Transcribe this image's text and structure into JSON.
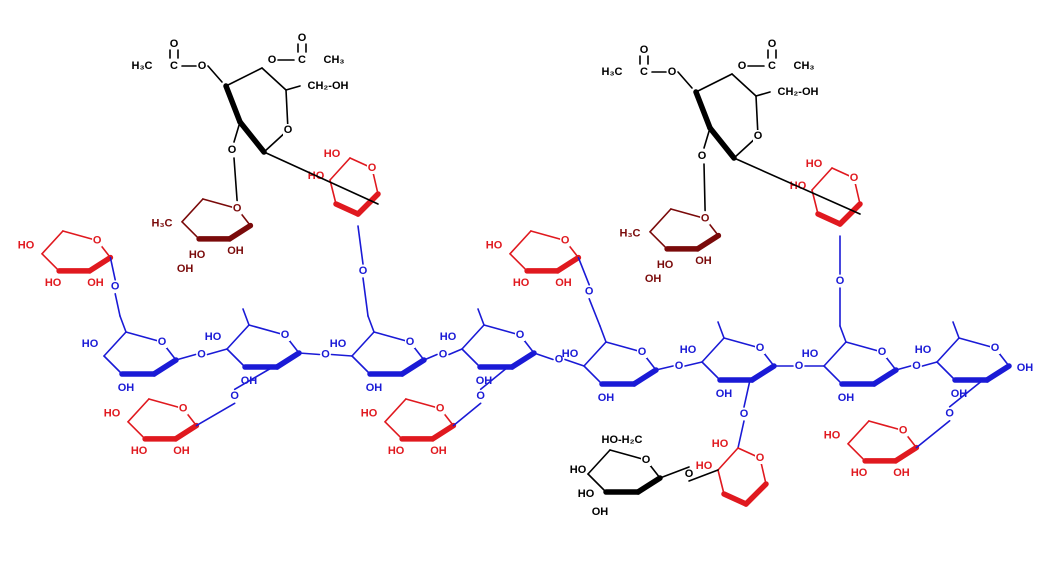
{
  "colors": {
    "glucose": "#1a1ad6",
    "xylose": "#e0191f",
    "fucose": "#7a0a0a",
    "galactose": "#000000",
    "background": "#ffffff"
  },
  "labels": {
    "ho": "HO",
    "oh": "OH",
    "o": "O",
    "c": "C",
    "ch3": "CH₃",
    "h3c": "H₃C",
    "ch2oh": "CH₂-OH",
    "hoh2c": "HO-H₂C"
  }
}
